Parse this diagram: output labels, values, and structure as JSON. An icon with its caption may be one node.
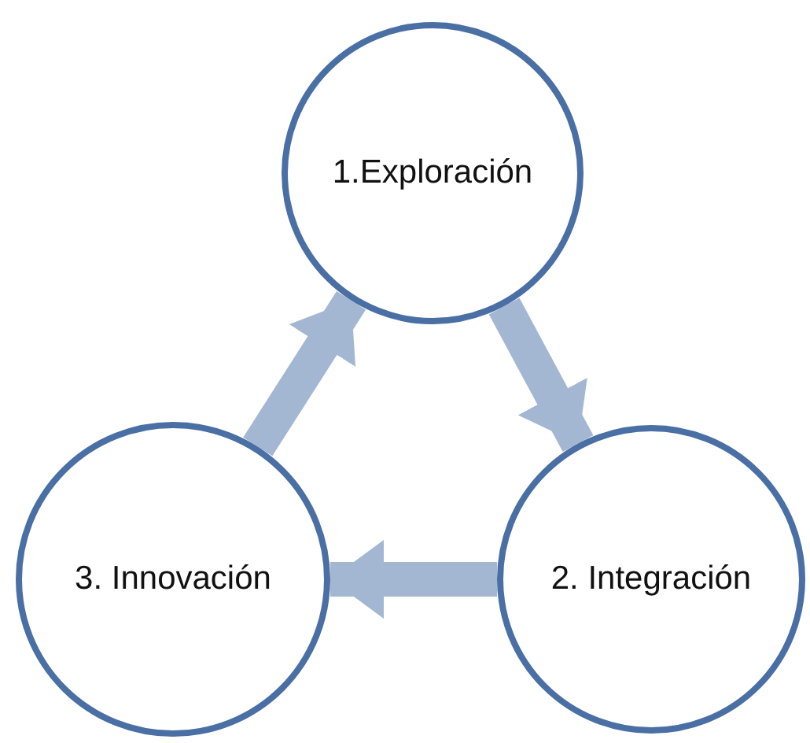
{
  "diagram": {
    "nodes": [
      {
        "text": [
          "1.Exploración"
        ]
      },
      {
        "text": [
          "2. Integración"
        ]
      },
      {
        "text": [
          "3. Innovación"
        ]
      }
    ],
    "edges": [
      {
        "from": 0,
        "to": 1,
        "arrow": "to"
      },
      {
        "from": 1,
        "to": 2,
        "arrow": "to"
      },
      {
        "from": 2,
        "to": 0,
        "arrow": "to"
      }
    ]
  }
}
